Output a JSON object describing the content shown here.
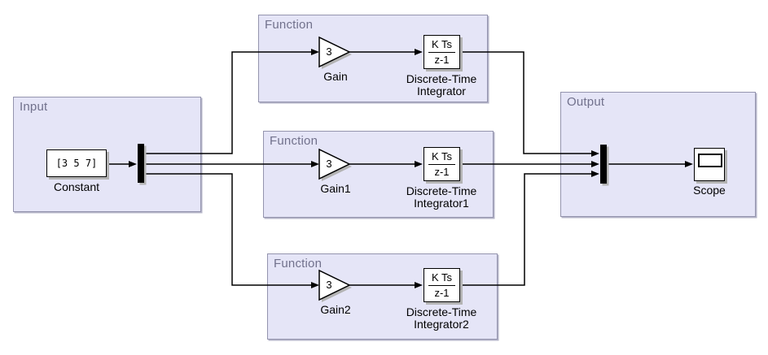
{
  "regions": {
    "input": {
      "label": "Input"
    },
    "function1": {
      "label": "Function"
    },
    "function2": {
      "label": "Function"
    },
    "function3": {
      "label": "Function"
    },
    "output": {
      "label": "Output"
    }
  },
  "blocks": {
    "constant": {
      "value": "[3 5 7]",
      "label": "Constant"
    },
    "gain": {
      "value": "3",
      "label": "Gain"
    },
    "gain1": {
      "value": "3",
      "label": "Gain1"
    },
    "gain2": {
      "value": "3",
      "label": "Gain2"
    },
    "integrator": {
      "numerator": "K Ts",
      "denominator": "z-1",
      "label_line1": "Discrete-Time",
      "label_line2": "Integrator"
    },
    "integrator1": {
      "numerator": "K Ts",
      "denominator": "z-1",
      "label_line1": "Discrete-Time",
      "label_line2": "Integrator1"
    },
    "integrator2": {
      "numerator": "K Ts",
      "denominator": "z-1",
      "label_line1": "Discrete-Time",
      "label_line2": "Integrator2"
    },
    "scope": {
      "label": "Scope"
    }
  },
  "colors": {
    "canvas_background": "#ffffff",
    "region_fill": "#e5e5f7",
    "region_border": "#9494ae",
    "region_label_text": "#71718c",
    "wire": "#000000",
    "block_fill": "#ffffff",
    "block_border": "#000000",
    "block_shadow": "#b3b3b3"
  }
}
